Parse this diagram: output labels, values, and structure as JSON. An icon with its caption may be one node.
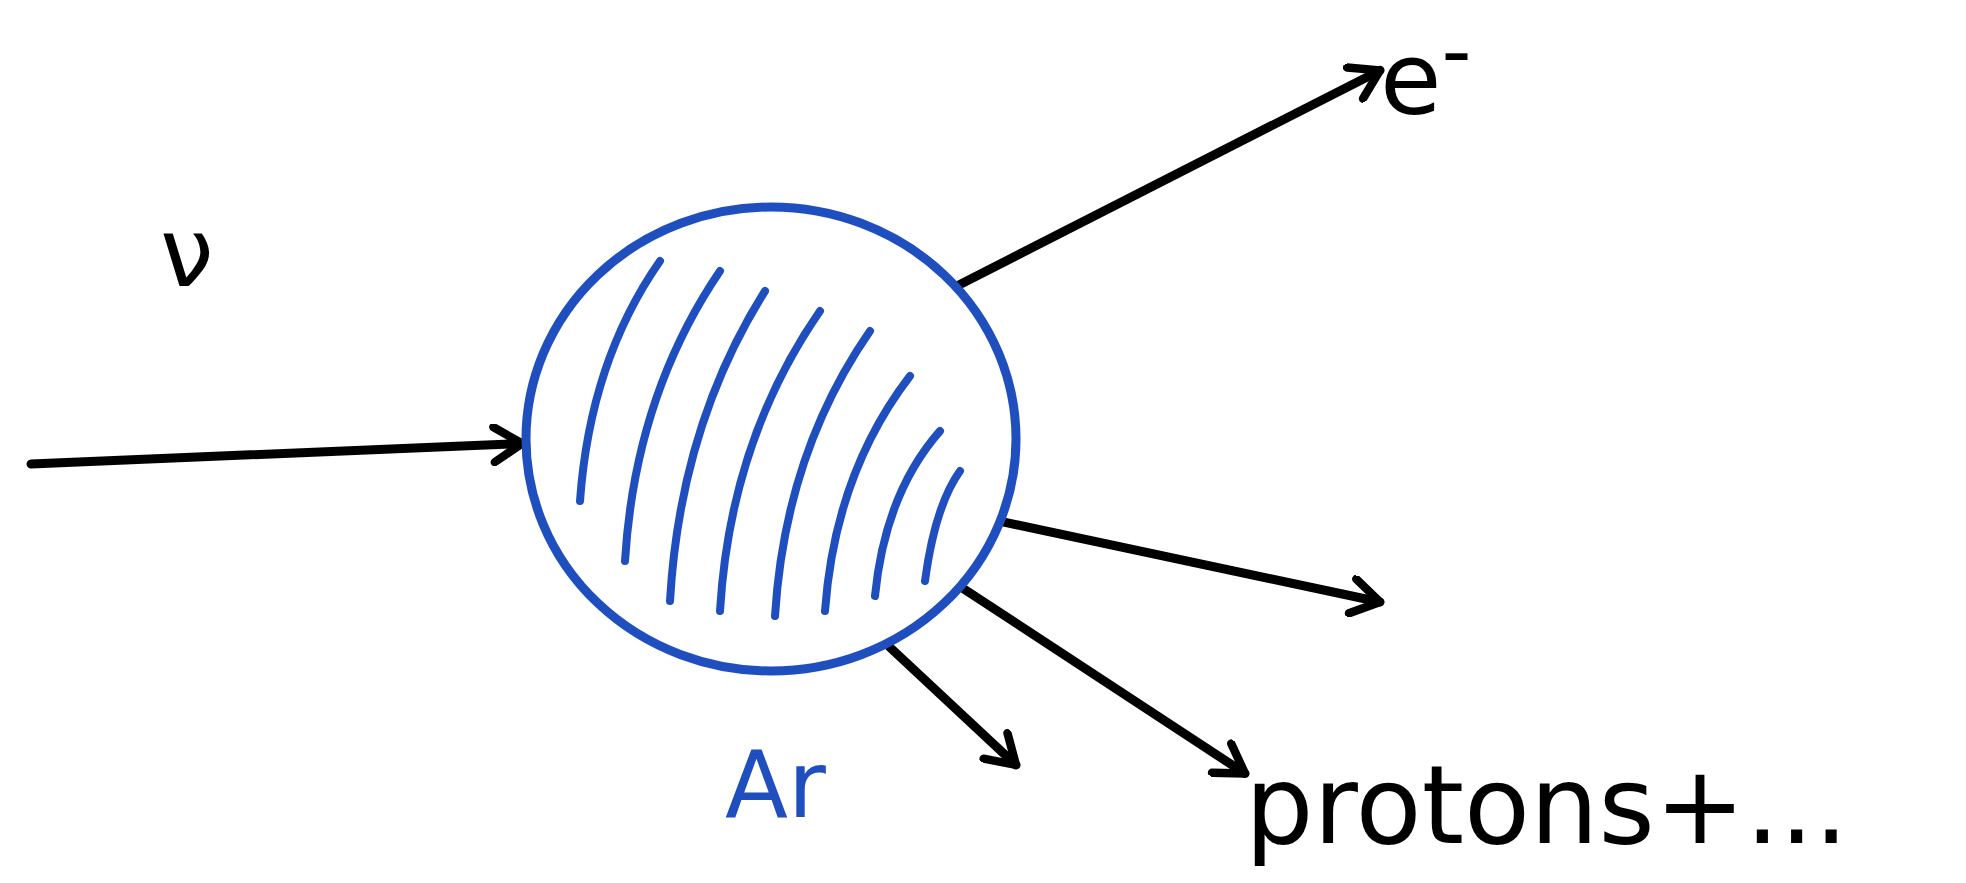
{
  "diagram": {
    "nodes": [
      {
        "text": [],
        "shape": "circle",
        "beside": [
          "Ar"
        ]
      },
      {
        "text": [
          "e$^{-}$"
        ]
      },
      {
        "text": [
          "protons+..."
        ]
      }
    ],
    "edges": [
      {
        "from": null,
        "to": 0,
        "arrow": "to",
        "label": "ν"
      },
      {
        "from": 0,
        "to": 1,
        "arrow": "to"
      },
      {
        "from": 0,
        "to": null,
        "arrow": "to"
      },
      {
        "from": 0,
        "to": null,
        "arrow": "to"
      },
      {
        "from": 0,
        "to": 2,
        "arrow": "to"
      }
    ]
  }
}
